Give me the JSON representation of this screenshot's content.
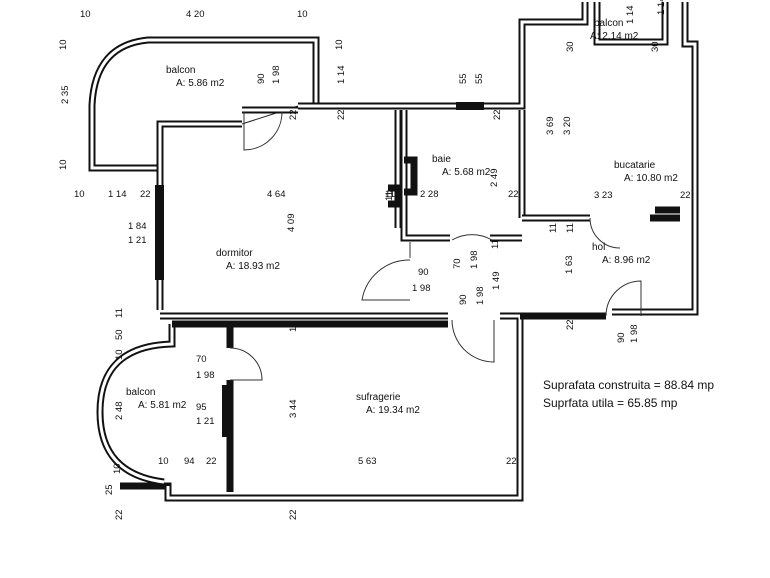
{
  "rooms": {
    "balcon_nw": {
      "name": "balcon",
      "area": "A: 5.86 m2"
    },
    "balcon_ne": {
      "name": "balcon",
      "area": "A: 2.14 m2"
    },
    "baie": {
      "name": "baie",
      "area": "A: 5.68 m2"
    },
    "bucatarie": {
      "name": "bucatarie",
      "area": "A: 10.80 m2"
    },
    "dormitor": {
      "name": "dormitor",
      "area": "A: 18.93 m2"
    },
    "hol": {
      "name": "hol",
      "area": "A: 8.96 m2"
    },
    "balcon_sw": {
      "name": "balcon",
      "area": "A: 5.81 m2"
    },
    "sufragerie": {
      "name": "sufragerie",
      "area": "A: 19.34 m2"
    }
  },
  "summary": {
    "construita": "Suprafata construita = 88.84 mp",
    "utila": "Suprfata  utila = 65.85 mp"
  },
  "dims": [
    "10",
    "4 20",
    "10",
    "10",
    "10",
    "2 35",
    "10",
    "10",
    "1 14",
    "22",
    "90",
    "1 98",
    "1 14",
    "55",
    "55",
    "22",
    "22",
    "22",
    "1 14",
    "30",
    "30",
    "3 69",
    "3 20",
    "4 64",
    "4 09",
    "11",
    "2 28",
    "2 49",
    "22",
    "3 23",
    "22",
    "1 84",
    "1 21",
    "90",
    "1 98",
    "70",
    "1 98",
    "90",
    "1 98",
    "1 49",
    "1 63",
    "11",
    "11",
    "11",
    "11",
    "11",
    "22",
    "90",
    "1 98",
    "10",
    "50",
    "11",
    "70",
    "1 98",
    "2 48",
    "95",
    "1 21",
    "3 44",
    "10",
    "94",
    "22",
    "5 63",
    "22",
    "25",
    "22",
    "22",
    "1 14",
    "10"
  ]
}
